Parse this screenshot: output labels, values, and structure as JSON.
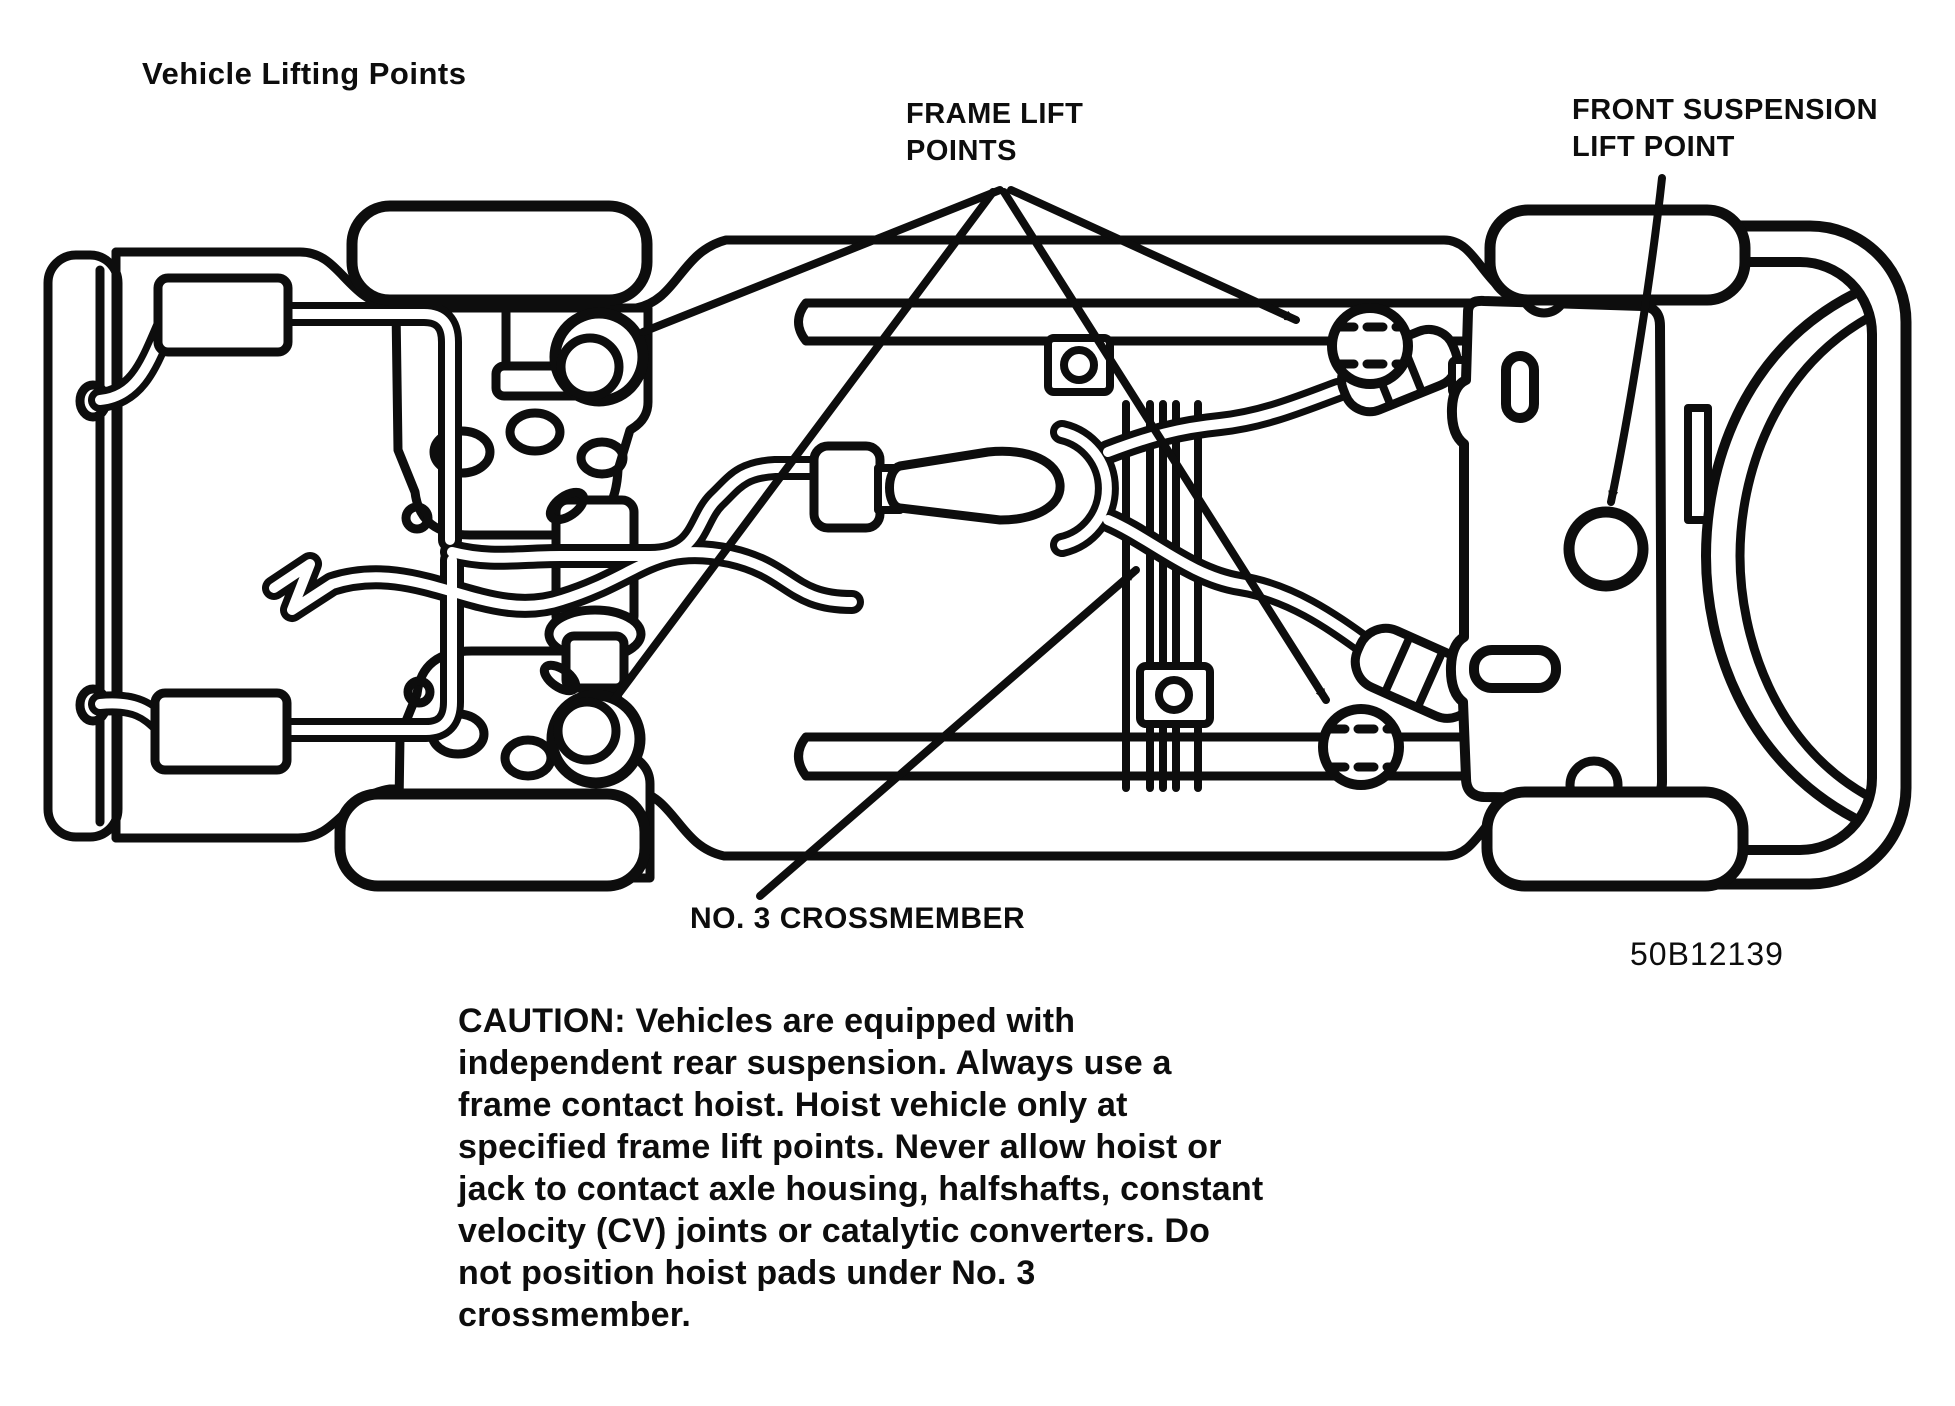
{
  "colors": {
    "ink": "#0d0d0d",
    "paper": "#ffffff"
  },
  "title": "Vehicle Lifting Points",
  "figure_id": "50B12139",
  "callouts": {
    "frame_lift_points": {
      "lines": [
        "FRAME LIFT",
        "POINTS"
      ],
      "target_count": 4
    },
    "front_suspension_lift_point": {
      "lines": [
        "FRONT SUSPENSION",
        "LIFT POINT"
      ],
      "target_count": 1
    },
    "no3_crossmember": {
      "label": "NO. 3 CROSSMEMBER"
    }
  },
  "caution": {
    "lines": [
      "CAUTION: Vehicles are equipped with",
      "independent rear suspension. Always use a",
      "frame contact hoist. Hoist vehicle only at",
      "specified frame lift points. Never allow hoist or",
      "jack to contact axle housing, halfshafts, constant",
      "velocity (CV) joints or catalytic converters. Do",
      "not position hoist pads under No. 3",
      "crossmember."
    ]
  }
}
